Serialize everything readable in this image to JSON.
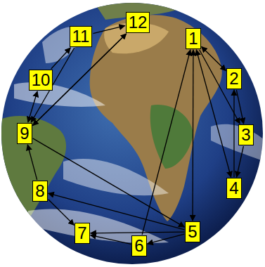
{
  "diagram": {
    "nodes": [
      {
        "text": [
          "1"
        ]
      },
      {
        "text": [
          "2"
        ]
      },
      {
        "text": [
          "3"
        ]
      },
      {
        "text": [
          "4"
        ]
      },
      {
        "text": [
          "5"
        ]
      },
      {
        "text": [
          "6"
        ]
      },
      {
        "text": [
          "7"
        ]
      },
      {
        "text": [
          "8"
        ]
      },
      {
        "text": [
          "9"
        ]
      },
      {
        "text": [
          "10"
        ]
      },
      {
        "text": [
          "11"
        ]
      },
      {
        "text": [
          "12"
        ]
      }
    ],
    "edges": [
      {
        "from": 0,
        "to": 1,
        "arrow": "both"
      },
      {
        "from": 0,
        "to": 2,
        "arrow": "to"
      },
      {
        "from": 0,
        "to": 3,
        "arrow": "both"
      },
      {
        "from": 0,
        "to": 4,
        "arrow": "both"
      },
      {
        "from": 1,
        "to": 2,
        "arrow": "to"
      },
      {
        "from": 3,
        "to": 1,
        "arrow": "to"
      },
      {
        "from": 2,
        "to": 3,
        "arrow": "to"
      },
      {
        "from": 5,
        "to": 0,
        "arrow": "to"
      },
      {
        "from": 4,
        "to": 5,
        "arrow": "to"
      },
      {
        "from": 4,
        "to": 6,
        "arrow": "to"
      },
      {
        "from": 5,
        "to": 6,
        "arrow": "to"
      },
      {
        "from": 4,
        "to": 7,
        "arrow": "to"
      },
      {
        "from": 8,
        "to": 4,
        "arrow": "to"
      },
      {
        "from": 7,
        "to": 6,
        "arrow": "to"
      },
      {
        "from": 7,
        "to": 8,
        "arrow": "to"
      },
      {
        "from": 8,
        "to": 9,
        "arrow": "both"
      },
      {
        "from": 9,
        "to": 10,
        "arrow": "to"
      },
      {
        "from": 10,
        "to": 8,
        "arrow": "to"
      },
      {
        "from": 8,
        "to": 11,
        "arrow": "to"
      },
      {
        "from": 10,
        "to": 11,
        "arrow": "to"
      },
      {
        "from": 11,
        "to": 8,
        "arrow": "to"
      }
    ]
  }
}
